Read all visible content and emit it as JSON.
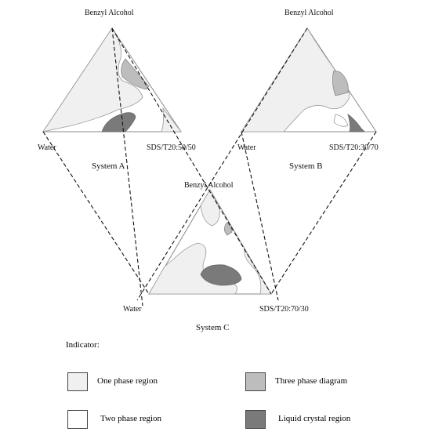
{
  "diagrams": {
    "system_a": {
      "top_label": "Benzyl Alcohol",
      "left_label": "Water",
      "right_label": "SDS/T20:50/50",
      "system_label": "System A"
    },
    "system_b": {
      "top_label": "Benzyl Alcohol",
      "left_label": "Water",
      "right_label": "SDS/T20:30/70",
      "system_label": "System B"
    },
    "system_c": {
      "top_label": "Benzyl Alcohol",
      "left_label": "Water",
      "right_label": "SDS/T20:70/30",
      "system_label": "System C"
    }
  },
  "legend": {
    "title": "Indicator:",
    "items": [
      {
        "label": "One phase region",
        "color": "#f0f0f0"
      },
      {
        "label": "Three phase diagram",
        "color": "#bdbdbd"
      },
      {
        "label": "Two phase region",
        "color": "#ffffff"
      },
      {
        "label": "Liquid crystal region",
        "color": "#7a7a7a"
      }
    ]
  },
  "colors": {
    "one_phase": "#f0f0f0",
    "two_phase": "#ffffff",
    "three_phase": "#bdbdbd",
    "liquid_crystal": "#7a7a7a",
    "outline": "#8a8a8a"
  }
}
